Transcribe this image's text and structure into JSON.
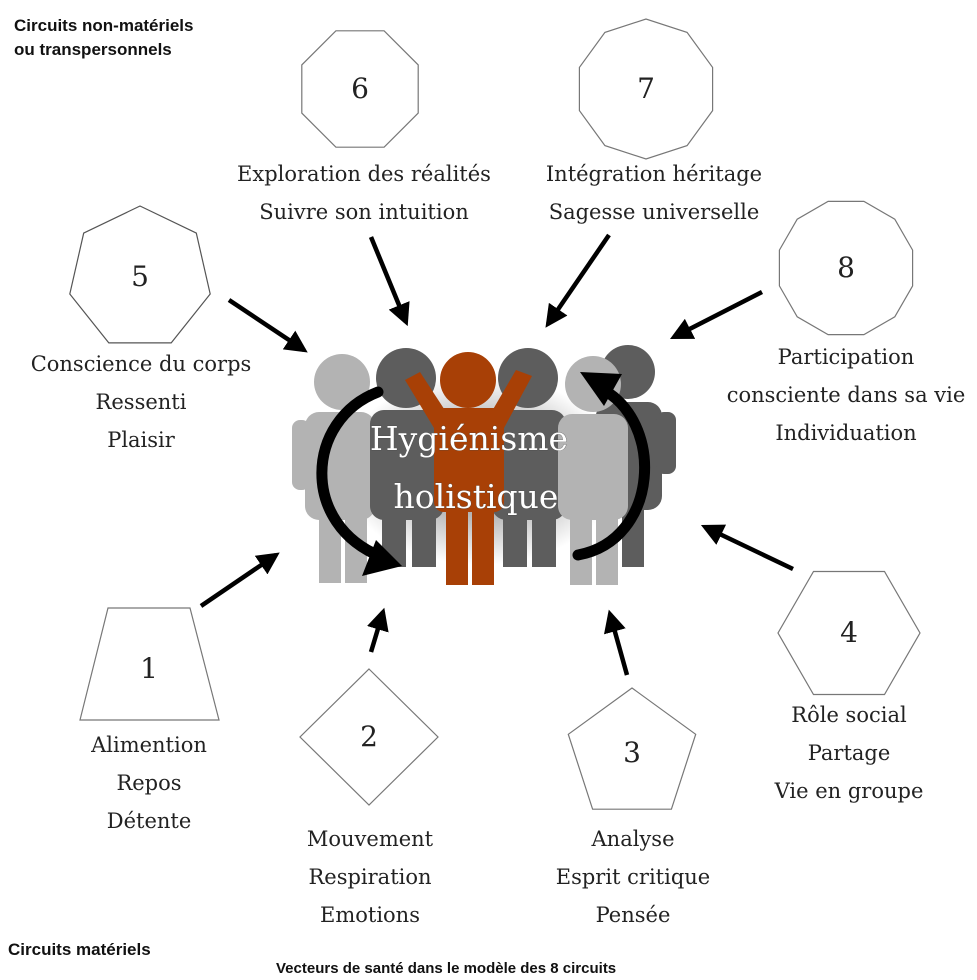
{
  "headings": {
    "top": [
      "Circuits non-matériels",
      "ou transpersonnels"
    ],
    "bottom": "Circuits matériels",
    "caption": "Vecteurs de santé dans le modèle des 8 circuits"
  },
  "center": {
    "title_lines": [
      "Hygiénisme",
      "holistique"
    ],
    "colors": {
      "highlight": "#a84006",
      "dark": "#5d5d5d",
      "mid": "#808080",
      "light": "#b3b3b3",
      "arrow": "#000000"
    }
  },
  "circuits": [
    {
      "number": "1",
      "shape": "trapezoid",
      "lines": [
        "Alimention",
        "Repos",
        "Détente"
      ]
    },
    {
      "number": "2",
      "shape": "diamond",
      "lines": [
        "Mouvement",
        "Respiration",
        "Emotions"
      ]
    },
    {
      "number": "3",
      "shape": "pentagon",
      "lines": [
        "Analyse",
        "Esprit critique",
        "Pensée"
      ]
    },
    {
      "number": "4",
      "shape": "hexagon",
      "lines": [
        "Rôle social",
        "Partage",
        "Vie en groupe"
      ]
    },
    {
      "number": "5",
      "shape": "heptagon",
      "lines": [
        "Conscience du corps",
        "Ressenti",
        "Plaisir"
      ]
    },
    {
      "number": "6",
      "shape": "octagon",
      "lines": [
        "Exploration des réalités",
        "Suivre son intuition"
      ]
    },
    {
      "number": "7",
      "shape": "decagon",
      "lines": [
        "Intégration héritage",
        "Sagesse universelle"
      ]
    },
    {
      "number": "8",
      "shape": "dodecagon",
      "lines": [
        "Participation",
        "consciente dans sa vie",
        "Individuation"
      ]
    }
  ]
}
